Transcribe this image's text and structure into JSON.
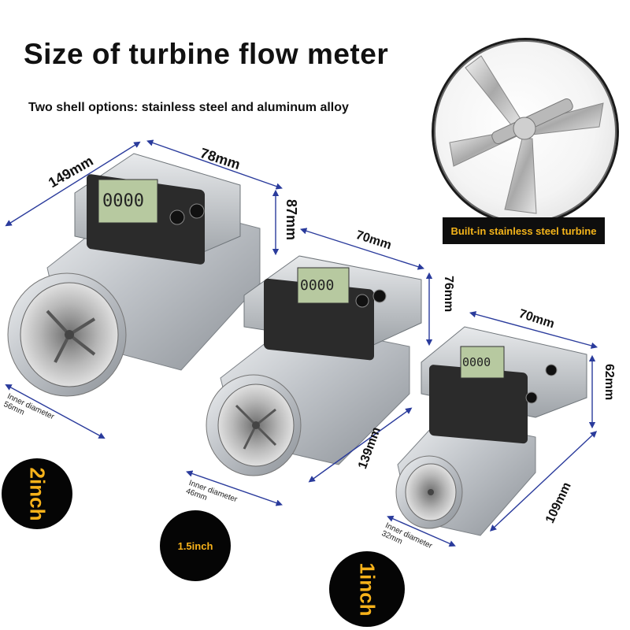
{
  "title": "Size of turbine flow meter",
  "subtitle": "Two shell options: stainless steel and aluminum alloy",
  "badge": "Built-in stainless steel turbine",
  "meters": {
    "large": {
      "size_label": "2inch",
      "length": "149mm",
      "width": "78mm",
      "height": "87mm",
      "inner_label": "Inner diameter",
      "inner_value": "56mm",
      "display_digits": "0000"
    },
    "medium": {
      "size_label": "1.5inch",
      "length": "139mm",
      "width": "70mm",
      "height": "76mm",
      "inner_label": "Inner diameter",
      "inner_value": "46mm",
      "display_digits": "0000"
    },
    "small": {
      "size_label": "1inch",
      "length": "109mm",
      "width": "70mm",
      "height": "62mm",
      "inner_label": "Inner diameter",
      "inner_value": "32mm",
      "display_digits": "0000"
    }
  },
  "colors": {
    "accent": "#f7b21a",
    "dimension_line": "#2a3b9c",
    "body_metal": "#c9ccd0",
    "lcd": "#b7c9a0"
  }
}
